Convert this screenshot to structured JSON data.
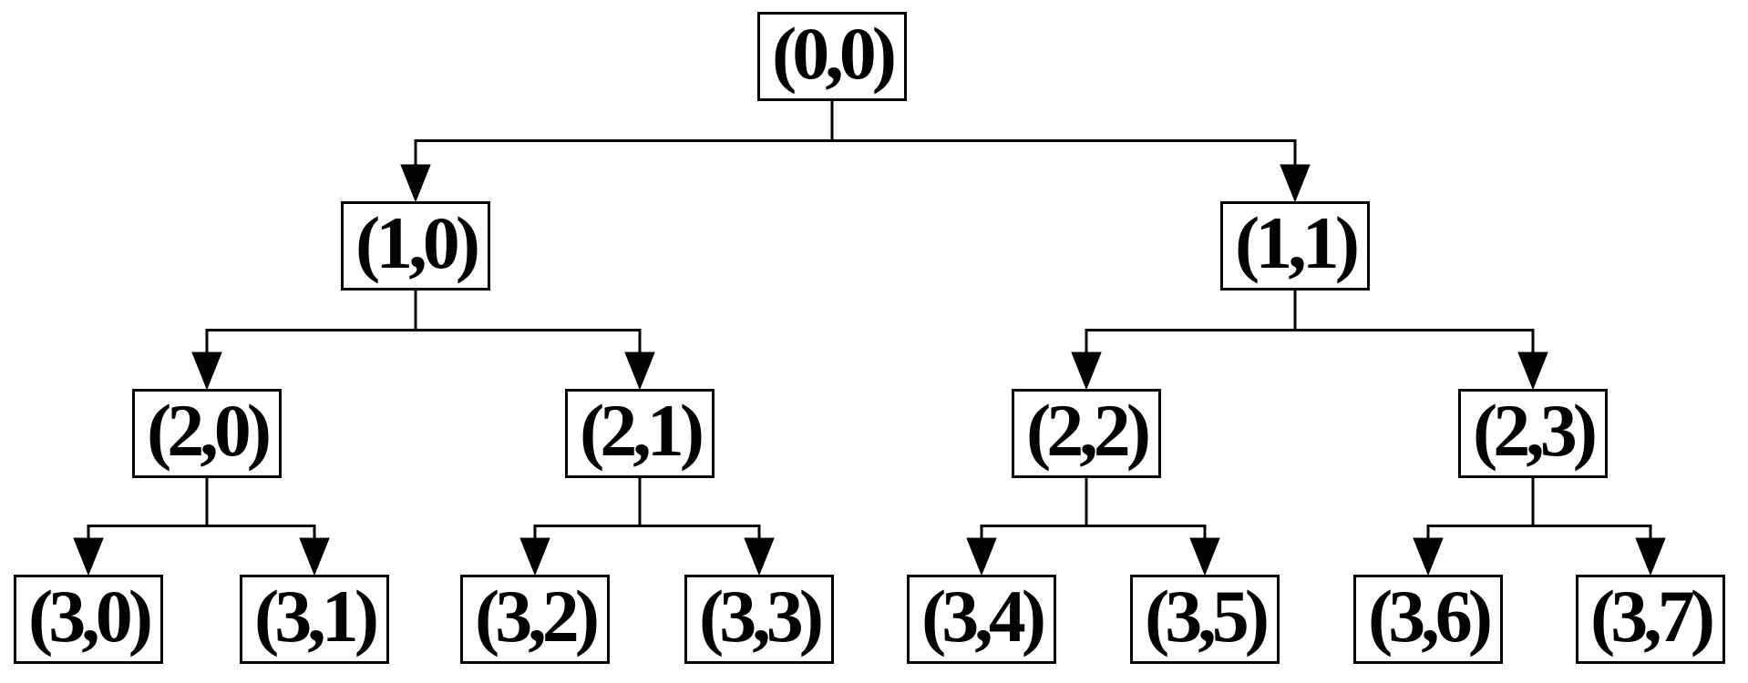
{
  "diagram": {
    "type": "binary-tree",
    "levels": 4,
    "colors": {
      "background": "#ffffff",
      "line": "#000000",
      "box_border": "#000000",
      "text": "#000000"
    }
  },
  "nodes": [
    {
      "label": "(0,0)",
      "level": 0,
      "index": 0
    },
    {
      "label": "(1,0)",
      "level": 1,
      "index": 0
    },
    {
      "label": "(1,1)",
      "level": 1,
      "index": 1
    },
    {
      "label": "(2,0)",
      "level": 2,
      "index": 0
    },
    {
      "label": "(2,1)",
      "level": 2,
      "index": 1
    },
    {
      "label": "(2,2)",
      "level": 2,
      "index": 2
    },
    {
      "label": "(2,3)",
      "level": 2,
      "index": 3
    },
    {
      "label": "(3,0)",
      "level": 3,
      "index": 0
    },
    {
      "label": "(3,1)",
      "level": 3,
      "index": 1
    },
    {
      "label": "(3,2)",
      "level": 3,
      "index": 2
    },
    {
      "label": "(3,3)",
      "level": 3,
      "index": 3
    },
    {
      "label": "(3,4)",
      "level": 3,
      "index": 4
    },
    {
      "label": "(3,5)",
      "level": 3,
      "index": 5
    },
    {
      "label": "(3,6)",
      "level": 3,
      "index": 6
    },
    {
      "label": "(3,7)",
      "level": 3,
      "index": 7
    }
  ],
  "edges": [
    {
      "from": "(0,0)",
      "to": "(1,0)"
    },
    {
      "from": "(0,0)",
      "to": "(1,1)"
    },
    {
      "from": "(1,0)",
      "to": "(2,0)"
    },
    {
      "from": "(1,0)",
      "to": "(2,1)"
    },
    {
      "from": "(1,1)",
      "to": "(2,2)"
    },
    {
      "from": "(1,1)",
      "to": "(2,3)"
    },
    {
      "from": "(2,0)",
      "to": "(3,0)"
    },
    {
      "from": "(2,0)",
      "to": "(3,1)"
    },
    {
      "from": "(2,1)",
      "to": "(3,2)"
    },
    {
      "from": "(2,1)",
      "to": "(3,3)"
    },
    {
      "from": "(2,2)",
      "to": "(3,4)"
    },
    {
      "from": "(2,2)",
      "to": "(3,5)"
    },
    {
      "from": "(2,3)",
      "to": "(3,6)"
    },
    {
      "from": "(2,3)",
      "to": "(3,7)"
    }
  ]
}
